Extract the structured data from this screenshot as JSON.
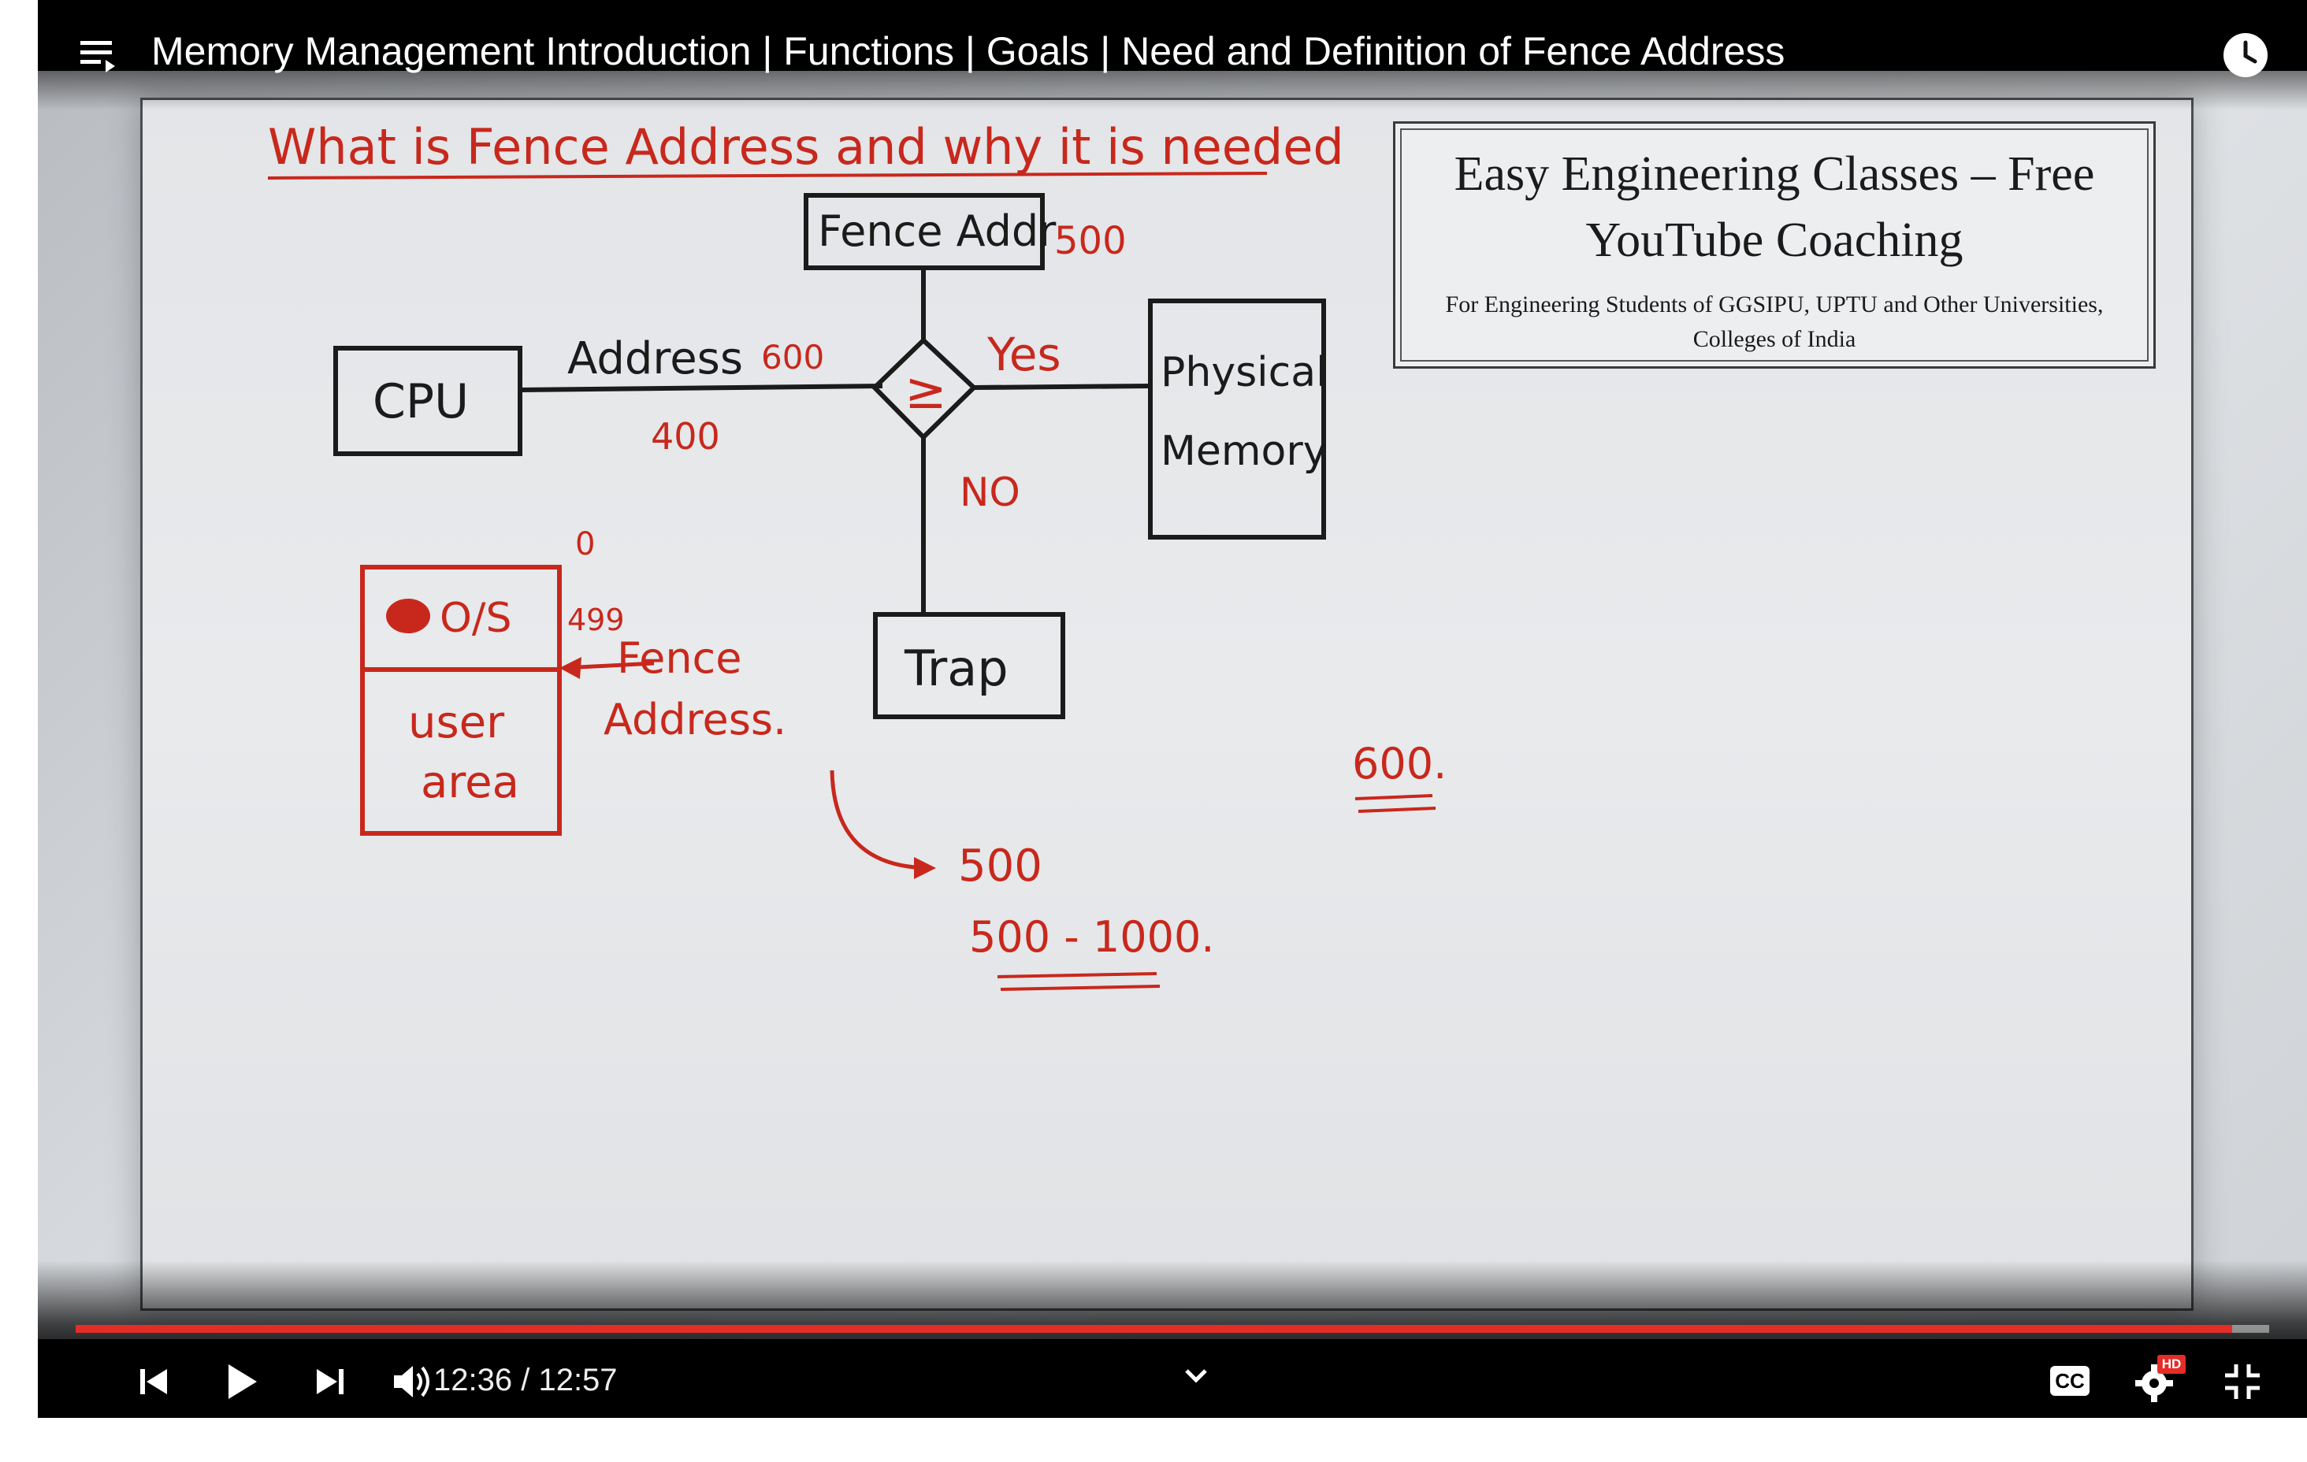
{
  "video": {
    "title": "Memory Management Introduction | Functions | Goals | Need and Definition of Fence Address"
  },
  "whiteboard": {
    "heading": "What is Fence Address and why it is needed",
    "fence_box": "Fence Addr",
    "fence_value": "500",
    "cpu": "CPU",
    "address_label": "Address",
    "addr_600": "600",
    "addr_400": "400",
    "compare_symbol": "≥",
    "yes": "Yes",
    "no": "NO",
    "physical_line1": "Physical",
    "physical_line2": "Memory",
    "trap": "Trap",
    "mem_top": "0",
    "os": "O/S",
    "mem_499": "499",
    "fence_arrow_line1": "Fence",
    "fence_arrow_line2": "Address.",
    "user_line1": "user",
    "user_line2": "area",
    "arrow_500": "500",
    "range": "500 - 1000.",
    "right_600": "600."
  },
  "banner": {
    "title": "Easy Engineering Classes – Free YouTube Coaching",
    "subtitle": "For Engineering Students of GGSIPU, UPTU and Other Universities, Colleges of India"
  },
  "player": {
    "current_time": "12:36",
    "time_separator": " / ",
    "duration": "12:57",
    "progress_fraction": 0.983,
    "accent_color": "#e52d27",
    "icons": [
      "playlist-icon",
      "clock-icon",
      "previous-icon",
      "play-icon",
      "next-icon",
      "volume-icon",
      "chevron-down-icon",
      "captions-icon",
      "settings-icon",
      "hd-badge",
      "exit-fullscreen-icon"
    ],
    "hd_badge": "HD",
    "cc_label": "CC"
  }
}
